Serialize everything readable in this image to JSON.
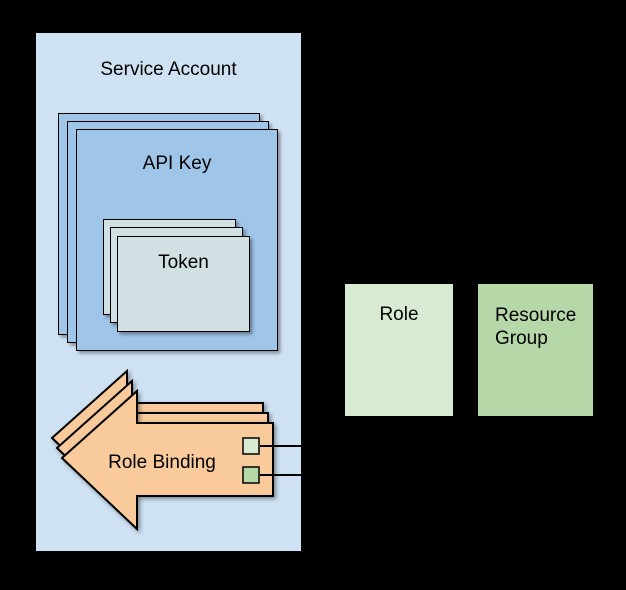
{
  "diagram": {
    "background_color": "#000000",
    "service_account": {
      "label": "Service Account",
      "fill": "#cfe2f3"
    },
    "api_key": {
      "label": "API Key",
      "fill": "#9fc5e8",
      "stack_count": 3
    },
    "token": {
      "label": "Token",
      "fill": "#d0e0e3",
      "stack_count": 3
    },
    "role_binding": {
      "label": "Role Binding",
      "fill": "#f9cb9c",
      "stack_count": 3,
      "connector_line_color": "#000000",
      "connectors": [
        {
          "swatch_fill": "#d9ead3"
        },
        {
          "swatch_fill": "#b6d7a8"
        }
      ]
    },
    "role": {
      "label": "Role",
      "fill": "#d9ead3"
    },
    "resource_group": {
      "label": "Resource Group",
      "fill": "#b6d7a8"
    }
  }
}
